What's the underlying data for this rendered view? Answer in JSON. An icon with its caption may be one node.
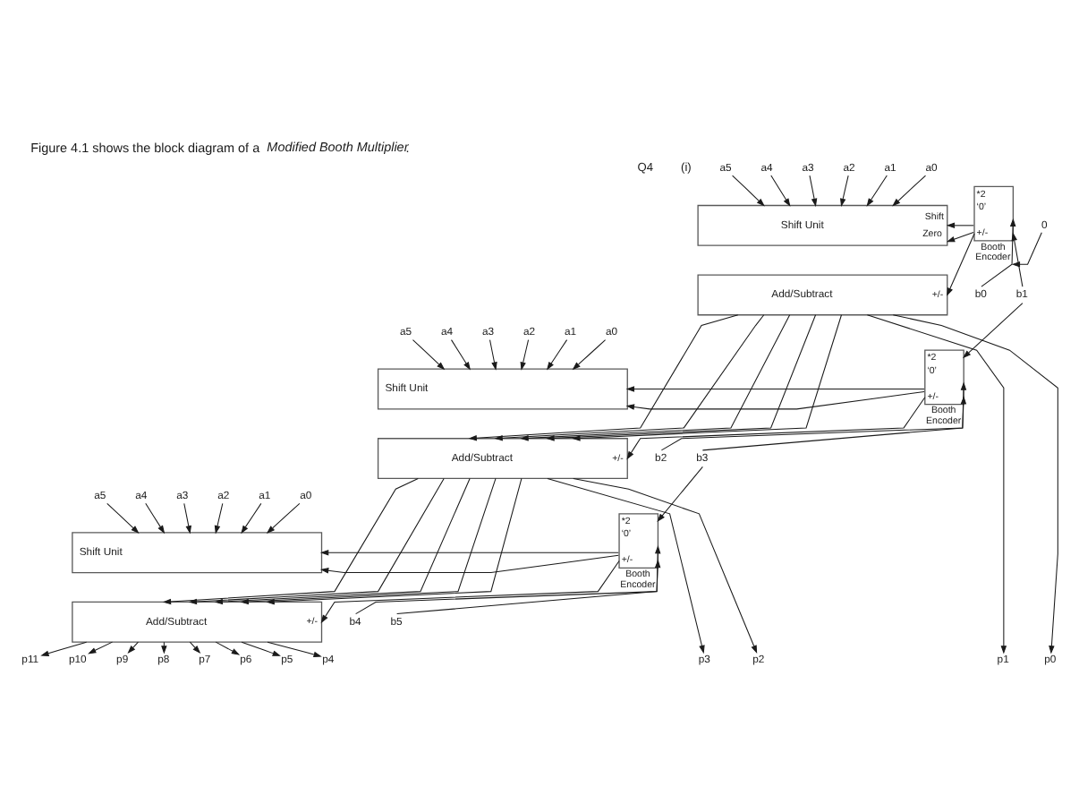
{
  "diagram": {
    "title": "Figure 4.1 shows the block diagram of a *Modified Booth Multiplier*.",
    "nodes": [
      {
        "text": [
          "a5"
        ]
      },
      {
        "text": [
          "a4"
        ]
      },
      {
        "text": [
          "a3"
        ]
      },
      {
        "text": [
          "a2"
        ]
      },
      {
        "text": [
          "a1"
        ]
      },
      {
        "text": [
          "a0"
        ]
      },
      {
        "text": [
          "Shift Unit",
          "Shift",
          "Zero"
        ]
      },
      {
        "text": [
          "*2",
          "‘0’",
          "+/-",
          "Booth Encoder"
        ]
      },
      {
        "text": [
          "0"
        ]
      },
      {
        "text": [
          "b0"
        ]
      },
      {
        "text": [
          "Add/Subtract",
          "+/-"
        ]
      },
      {
        "text": [
          "b1"
        ]
      },
      {
        "text": [
          "a5"
        ]
      },
      {
        "text": [
          "a4"
        ]
      },
      {
        "text": [
          "a3"
        ]
      },
      {
        "text": [
          "a2"
        ]
      },
      {
        "text": [
          "a1"
        ]
      },
      {
        "text": [
          "a0"
        ]
      },
      {
        "text": [
          "Shift Unit"
        ]
      },
      {
        "text": [
          "*2",
          "‘0’",
          "+/-",
          "Booth Encoder"
        ]
      },
      {
        "text": [
          "b2"
        ]
      },
      {
        "text": [
          "Add/Subtract",
          "+/-"
        ]
      },
      {
        "text": [
          "b3"
        ]
      },
      {
        "text": [
          "a5"
        ]
      },
      {
        "text": [
          "a4"
        ]
      },
      {
        "text": [
          "a3"
        ]
      },
      {
        "text": [
          "a2"
        ]
      },
      {
        "text": [
          "a1"
        ]
      },
      {
        "text": [
          "a0"
        ]
      },
      {
        "text": [
          "Shift Unit"
        ]
      },
      {
        "text": [
          "*2",
          "‘0’",
          "+/-",
          "Booth Encoder"
        ]
      },
      {
        "text": [
          "b4"
        ]
      },
      {
        "text": [
          "Add/Subtract",
          "+/-"
        ]
      },
      {
        "text": [
          "b5"
        ]
      },
      {
        "text": [
          "p11"
        ]
      },
      {
        "text": [
          "p10"
        ]
      },
      {
        "text": [
          "p9"
        ]
      },
      {
        "text": [
          "p8"
        ]
      },
      {
        "text": [
          "p7"
        ]
      },
      {
        "text": [
          "p6"
        ]
      },
      {
        "text": [
          "p5"
        ]
      },
      {
        "text": [
          "p4"
        ]
      },
      {
        "text": [
          "p3"
        ]
      },
      {
        "text": [
          "p2"
        ]
      },
      {
        "text": [
          "p1"
        ]
      },
      {
        "text": [
          "p0"
        ]
      }
    ],
    "edges": [
      {
        "from": 0,
        "to": 6,
        "arrow": "to"
      },
      {
        "from": 1,
        "to": 6,
        "arrow": "to"
      },
      {
        "from": 2,
        "to": 6,
        "arrow": "to"
      },
      {
        "from": 3,
        "to": 6,
        "arrow": "to"
      },
      {
        "from": 4,
        "to": 6,
        "arrow": "to"
      },
      {
        "from": 5,
        "to": 6,
        "arrow": "to"
      },
      {
        "from": 7,
        "to": 6,
        "arrow": "to"
      },
      {
        "from": 7,
        "to": 6,
        "arrow": "to"
      },
      {
        "from": 7,
        "to": 10,
        "arrow": "to"
      },
      {
        "from": 8,
        "to": 7,
        "arrow": "to"
      },
      {
        "from": 9,
        "to": 7,
        "arrow": "to"
      },
      {
        "from": 11,
        "to": 7,
        "arrow": "to"
      },
      {
        "from": 11,
        "to": 19,
        "arrow": "to"
      },
      {
        "from": 10,
        "to": 21,
        "arrow": "to"
      },
      {
        "from": 10,
        "to": 21,
        "arrow": "to"
      },
      {
        "from": 10,
        "to": 21,
        "arrow": "to"
      },
      {
        "from": 10,
        "to": 21,
        "arrow": "to"
      },
      {
        "from": 10,
        "to": 21,
        "arrow": "to"
      },
      {
        "from": 10,
        "to": 44,
        "arrow": "to"
      },
      {
        "from": 10,
        "to": 45,
        "arrow": "to"
      },
      {
        "from": 12,
        "to": 18,
        "arrow": "to"
      },
      {
        "from": 13,
        "to": 18,
        "arrow": "to"
      },
      {
        "from": 14,
        "to": 18,
        "arrow": "to"
      },
      {
        "from": 15,
        "to": 18,
        "arrow": "to"
      },
      {
        "from": 16,
        "to": 18,
        "arrow": "to"
      },
      {
        "from": 17,
        "to": 18,
        "arrow": "to"
      },
      {
        "from": 19,
        "to": 18,
        "arrow": "to"
      },
      {
        "from": 19,
        "to": 18,
        "arrow": "to"
      },
      {
        "from": 19,
        "to": 21,
        "arrow": "to"
      },
      {
        "from": 20,
        "to": 19,
        "arrow": "to"
      },
      {
        "from": 22,
        "to": 19,
        "arrow": "to"
      },
      {
        "from": 22,
        "to": 30,
        "arrow": "to"
      },
      {
        "from": 21,
        "to": 32,
        "arrow": "to"
      },
      {
        "from": 21,
        "to": 32,
        "arrow": "to"
      },
      {
        "from": 21,
        "to": 32,
        "arrow": "to"
      },
      {
        "from": 21,
        "to": 32,
        "arrow": "to"
      },
      {
        "from": 21,
        "to": 32,
        "arrow": "to"
      },
      {
        "from": 21,
        "to": 42,
        "arrow": "to"
      },
      {
        "from": 21,
        "to": 43,
        "arrow": "to"
      },
      {
        "from": 23,
        "to": 29,
        "arrow": "to"
      },
      {
        "from": 24,
        "to": 29,
        "arrow": "to"
      },
      {
        "from": 25,
        "to": 29,
        "arrow": "to"
      },
      {
        "from": 26,
        "to": 29,
        "arrow": "to"
      },
      {
        "from": 27,
        "to": 29,
        "arrow": "to"
      },
      {
        "from": 28,
        "to": 29,
        "arrow": "to"
      },
      {
        "from": 30,
        "to": 29,
        "arrow": "to"
      },
      {
        "from": 30,
        "to": 29,
        "arrow": "to"
      },
      {
        "from": 30,
        "to": 32,
        "arrow": "to"
      },
      {
        "from": 31,
        "to": 30,
        "arrow": "to"
      },
      {
        "from": 33,
        "to": 30,
        "arrow": "to"
      },
      {
        "from": 32,
        "to": 34,
        "arrow": "to"
      },
      {
        "from": 32,
        "to": 35,
        "arrow": "to"
      },
      {
        "from": 32,
        "to": 36,
        "arrow": "to"
      },
      {
        "from": 32,
        "to": 37,
        "arrow": "to"
      },
      {
        "from": 32,
        "to": 38,
        "arrow": "to"
      },
      {
        "from": 32,
        "to": 39,
        "arrow": "to"
      },
      {
        "from": 32,
        "to": 40,
        "arrow": "to"
      },
      {
        "from": 32,
        "to": 41,
        "arrow": "to"
      }
    ],
    "labels": [
      "Q4",
      "(i)"
    ]
  }
}
